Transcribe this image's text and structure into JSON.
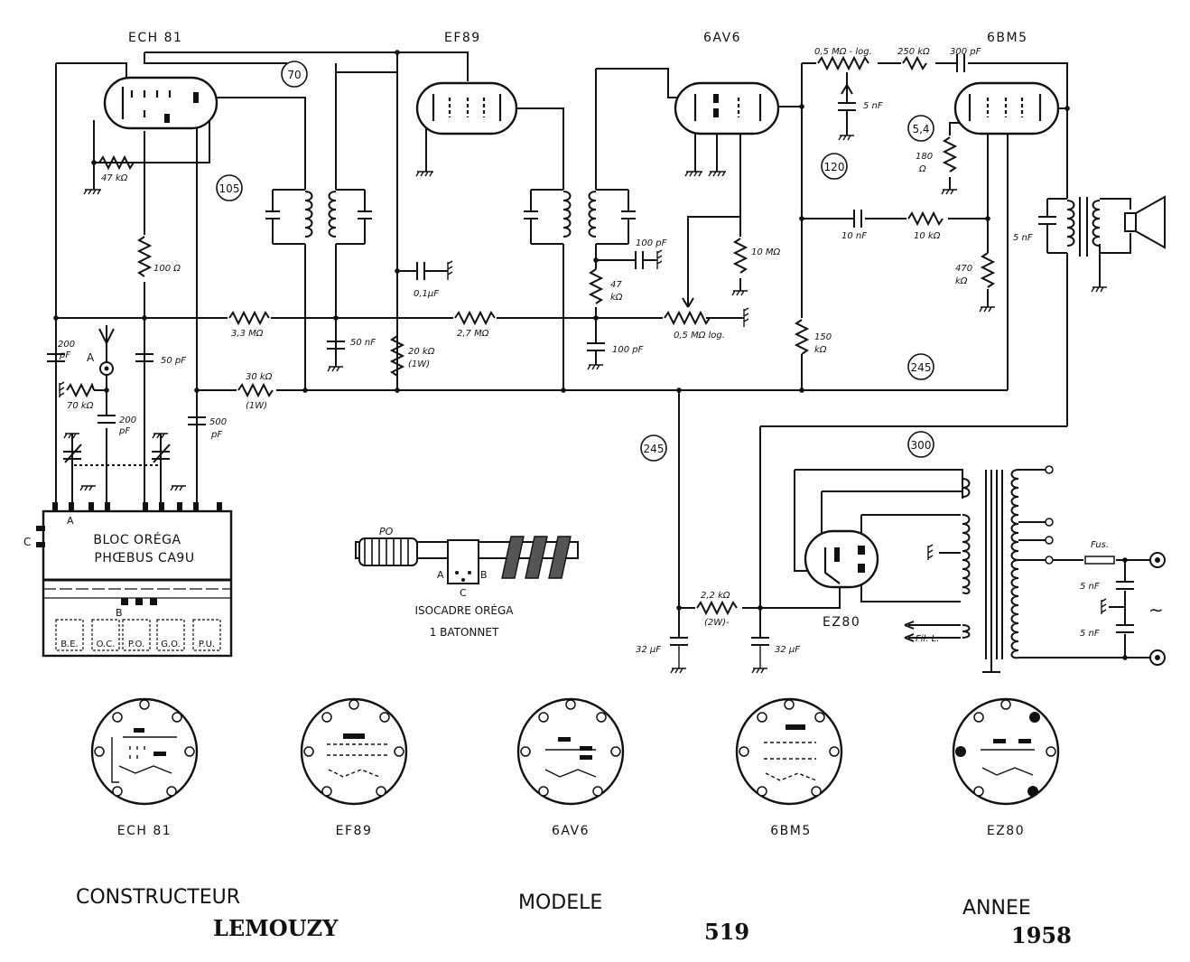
{
  "tubes": {
    "ech81": "ECH 81",
    "ef89": "EF89",
    "6av6": "6AV6",
    "6bm5": "6BM5",
    "ez80": "EZ80"
  },
  "test_points": {
    "tp70": "70",
    "tp105": "105",
    "tp120": "120",
    "tp54": "5,4",
    "tp245a": "245",
    "tp245b": "245",
    "tp300": "300"
  },
  "components": {
    "r47k": "47 kΩ",
    "r100": "100 Ω",
    "r33m": "3,3 MΩ",
    "r27m": "2,7 MΩ",
    "r20k_a": "20 kΩ",
    "r20k_b": "(1W)",
    "r30k_a": "30 kΩ",
    "r30k_b": "(1W)",
    "r70k": "70 kΩ",
    "c200a_a": "200",
    "c200a_b": "pF",
    "c50pf": "50 pF",
    "c200b_a": "200",
    "c200b_b": "pF",
    "c500_a": "500",
    "c500_b": "pF",
    "c50nf": "50 nF",
    "c01": "0,1µF",
    "c100pf_a": "100 pF",
    "c100pf_b": "100 pF",
    "r47k2_a": "47",
    "r47k2_b": "kΩ",
    "r10m": "10 MΩ",
    "pot05": "0,5 MΩ  log.",
    "pot05top": "0,5 MΩ - log.",
    "r250k": "250 kΩ",
    "c300pf": "300 pF",
    "c5nf_a": "5 nF",
    "c10nf": "10 nF",
    "r10k": "10 kΩ",
    "r180_a": "180",
    "r180_b": "Ω",
    "r470k_a": "470",
    "r470k_b": "kΩ",
    "c5nf_out": "5 nF",
    "r150k_a": "150",
    "r150k_b": "kΩ",
    "r22k_a": "2,2 kΩ",
    "r22k_b": "(2W)-",
    "c32a": "32 µF",
    "c32b": "32 µF",
    "fus": "Fus.",
    "c5nf_m1": "5 nF",
    "c5nf_m2": "5 nF",
    "fil": "Fil. L.",
    "ac": "∼",
    "ant": "A"
  },
  "bloc": {
    "line1": "BLOC ORÉGA",
    "line2": "PHŒBUS CA9U",
    "pinA": "A",
    "pinB": "B",
    "pinC": "C",
    "keys": [
      "B.E.",
      "O.C.",
      "P.O.",
      "G.O.",
      "P.U."
    ]
  },
  "isocadre": {
    "po": "PO",
    "a": "A",
    "b": "B",
    "c": "C",
    "line1": "ISOCADRE ORÉGA",
    "line2": "1 BATONNET"
  },
  "bases": [
    "ECH 81",
    "EF89",
    "6AV6",
    "6BM5",
    "EZ80"
  ],
  "footer": {
    "constructeur_label": "CONSTRUCTEUR",
    "constructeur_value": "LEMOUZY",
    "modele_label": "MODELE",
    "modele_value": "519",
    "annee_label": "ANNEE",
    "annee_value": "1958"
  }
}
